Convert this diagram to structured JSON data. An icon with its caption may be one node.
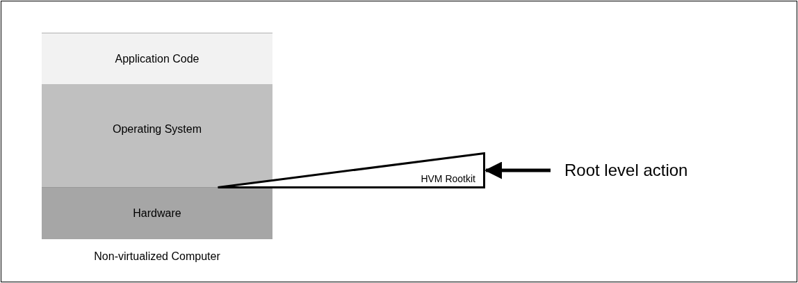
{
  "diagram": {
    "nodes": [
      {
        "text": [
          "Application Code"
        ]
      },
      {
        "text": [
          "Operating System"
        ]
      },
      {
        "text": [
          "Hardware"
        ]
      },
      {
        "text": [
          "HVM Rootkit"
        ]
      },
      {
        "text": [
          "Root level action"
        ]
      }
    ],
    "edges": [
      {
        "from": 4,
        "to": 3,
        "arrow": "to"
      }
    ],
    "labels": [
      "Non-virtualized Computer"
    ]
  }
}
